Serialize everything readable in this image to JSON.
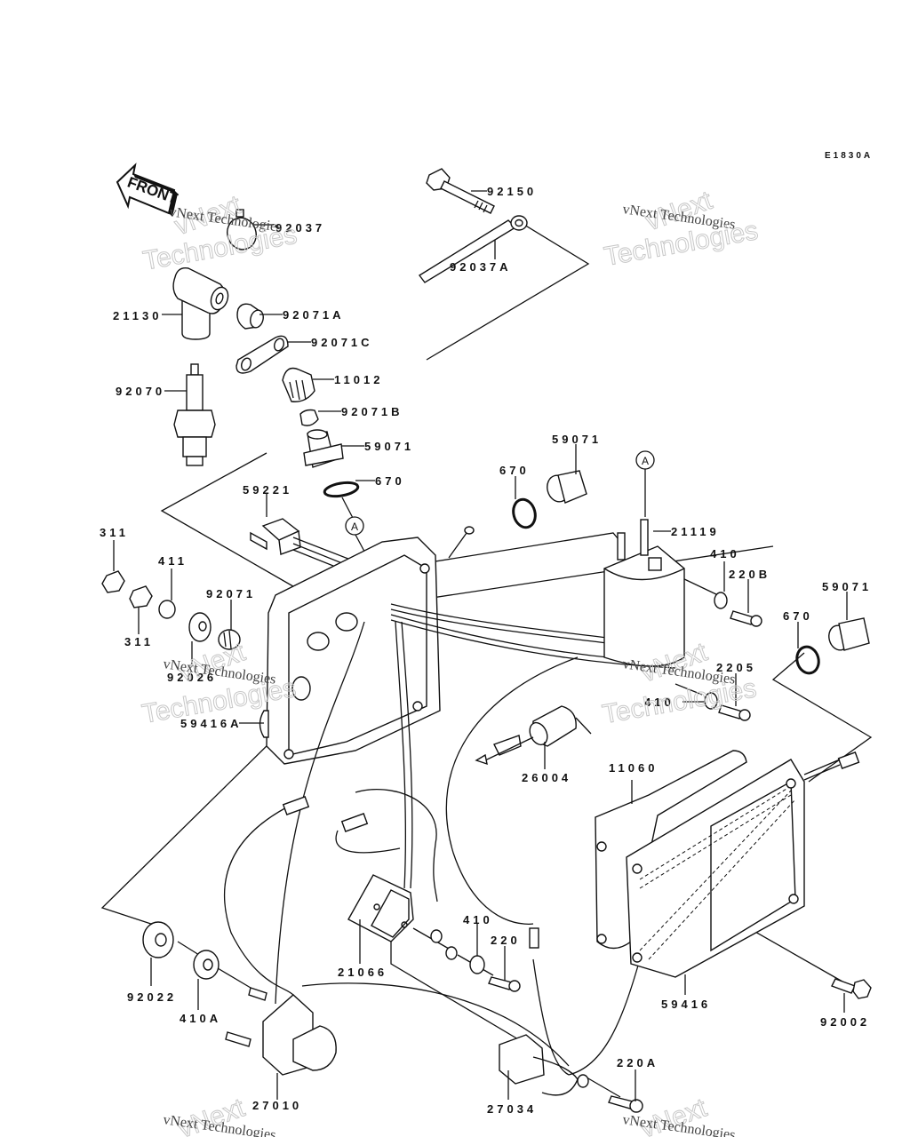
{
  "diagram": {
    "drawing_code": "E1830A",
    "front_arrow_label": "FRONT",
    "reference_marker": "A",
    "watermark": {
      "line1": "vNext Technologies",
      "line2_outline_a": "vNext",
      "line2_outline_b": "Technologies"
    },
    "parts": [
      {
        "id": "p92037",
        "number": "92037"
      },
      {
        "id": "p92150",
        "number": "92150"
      },
      {
        "id": "p92037A",
        "number": "92037A"
      },
      {
        "id": "p21130",
        "number": "21130"
      },
      {
        "id": "p92071A",
        "number": "92071A"
      },
      {
        "id": "p92071C",
        "number": "92071C"
      },
      {
        "id": "p11012",
        "number": "11012"
      },
      {
        "id": "p92070",
        "number": "92070"
      },
      {
        "id": "p92071B",
        "number": "92071B"
      },
      {
        "id": "p59071a",
        "number": "59071"
      },
      {
        "id": "p670a",
        "number": "670"
      },
      {
        "id": "p59221",
        "number": "59221"
      },
      {
        "id": "p670b",
        "number": "670"
      },
      {
        "id": "p59071b",
        "number": "59071"
      },
      {
        "id": "p21119",
        "number": "21119"
      },
      {
        "id": "p410a",
        "number": "410"
      },
      {
        "id": "p220B",
        "number": "220B"
      },
      {
        "id": "p59071c",
        "number": "59071"
      },
      {
        "id": "p670c",
        "number": "670"
      },
      {
        "id": "p311a",
        "number": "311"
      },
      {
        "id": "p411",
        "number": "411"
      },
      {
        "id": "p92071",
        "number": "92071"
      },
      {
        "id": "p311b",
        "number": "311"
      },
      {
        "id": "p92026",
        "number": "92026"
      },
      {
        "id": "p59416A",
        "number": "59416A"
      },
      {
        "id": "p2205",
        "number": "2205"
      },
      {
        "id": "p410b",
        "number": "410"
      },
      {
        "id": "p26004",
        "number": "26004"
      },
      {
        "id": "p11060",
        "number": "11060"
      },
      {
        "id": "p21066",
        "number": "21066"
      },
      {
        "id": "p410c",
        "number": "410"
      },
      {
        "id": "p220",
        "number": "220"
      },
      {
        "id": "p92022",
        "number": "92022"
      },
      {
        "id": "p410A",
        "number": "410A"
      },
      {
        "id": "p59416",
        "number": "59416"
      },
      {
        "id": "p92002",
        "number": "92002"
      },
      {
        "id": "p27010",
        "number": "27010"
      },
      {
        "id": "p27034",
        "number": "27034"
      },
      {
        "id": "p220A",
        "number": "220A"
      }
    ]
  }
}
